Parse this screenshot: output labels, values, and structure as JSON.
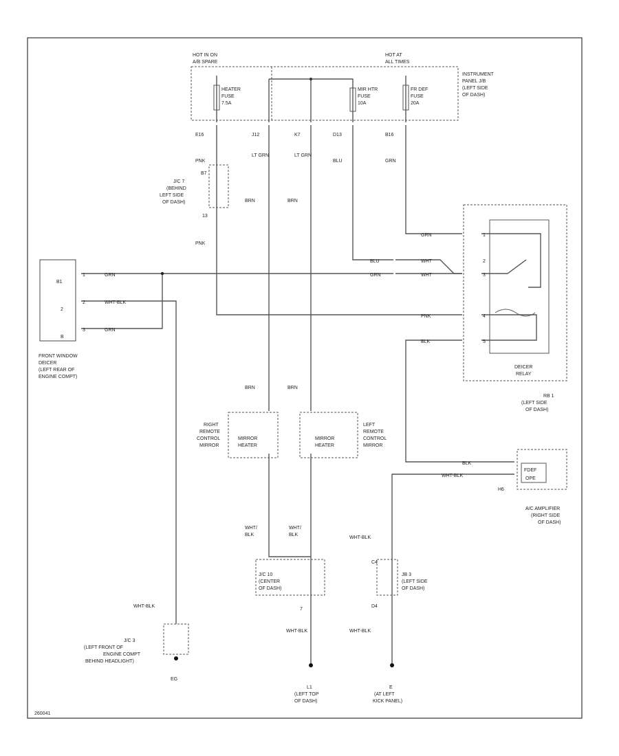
{
  "colors": {
    "pnk": "#ff5c78",
    "grn": "#4ee44e",
    "lt_grn": "#7ef07e",
    "blu": "#3a3aff",
    "brn": "#e8b870",
    "gry": "#9a9a9a"
  },
  "hot_in_on": [
    "HOT IN ON",
    "A/B SPARE"
  ],
  "hot_at_all": [
    "HOT AT",
    "ALL TIMES"
  ],
  "ip_jb": [
    "INSTRUMENT",
    "PANEL J/B",
    "(LEFT SIDE",
    "OF DASH)"
  ],
  "fuses": {
    "heater": [
      "HEATER",
      "FUSE",
      "7.5A"
    ],
    "mir": [
      "MIR HTR",
      "FUSE",
      "10A"
    ],
    "defog": [
      "FR DEF",
      "FUSE",
      "20A"
    ]
  },
  "conn": {
    "e16": "E16",
    "j12": "J12",
    "k7": "K7",
    "d13": "D13",
    "b16": "B16",
    "b7": "B7",
    "b13": "13",
    "c4": "C4",
    "h6": "H6",
    "n7": "7",
    "d4": "D4"
  },
  "wires": {
    "pnk": "PNK",
    "lt_grn": "LT GRN",
    "blu": "BLU",
    "grn": "GRN",
    "brn": "BRN",
    "wht_blk": "WHT-BLK",
    "wht": "WHT",
    "blk": "BLK",
    "wht_blk_split": [
      "WHT/",
      "BLK"
    ]
  },
  "jc7": [
    "J/C 7",
    "(BEHIND",
    "LEFT SIDE",
    "OF DASH)"
  ],
  "deicer": {
    "pins": [
      "B1",
      "2",
      "B"
    ],
    "pin_nums": [
      "1",
      "2",
      "3"
    ],
    "label": [
      "FRONT WINDOW",
      "DEICER",
      "(LEFT REAR OF",
      "ENGINE COMPT)"
    ]
  },
  "relay": {
    "pins": [
      "1",
      "2",
      "3",
      "4",
      "5"
    ],
    "label": [
      "DEICER",
      "RELAY"
    ]
  },
  "rb1": [
    "RB 1",
    "(LEFT SIDE",
    "OF DASH)"
  ],
  "right_mirror": [
    "RIGHT",
    "REMOTE",
    "CONTROL",
    "MIRROR"
  ],
  "left_mirror": [
    "LEFT",
    "REMOTE",
    "CONTROL",
    "MIRROR"
  ],
  "mirror_heater": [
    "MIRROR",
    "HEATER"
  ],
  "ac_amp": {
    "inner": [
      "FDEF",
      "OPE"
    ],
    "label": [
      "A/C AMPLIFIER",
      "(RIGHT SIDE",
      "OF DASH)"
    ]
  },
  "jc10": [
    "J/C 10",
    "(CENTER",
    "OF DASH)"
  ],
  "jb3": [
    "JB 3",
    "(LEFT SIDE",
    "OF DASH)"
  ],
  "jc3": [
    "J/C 3",
    "(LEFT FRONT OF",
    "ENGINE COMPT",
    "BEHIND HEADLIGHT)"
  ],
  "grounds": {
    "eg": "EG",
    "left_top": [
      "L1",
      "(LEFT TOP",
      "OF DASH)"
    ],
    "kick": [
      "E",
      "(AT LEFT",
      "KICK PANEL)"
    ]
  },
  "footer": "260041"
}
